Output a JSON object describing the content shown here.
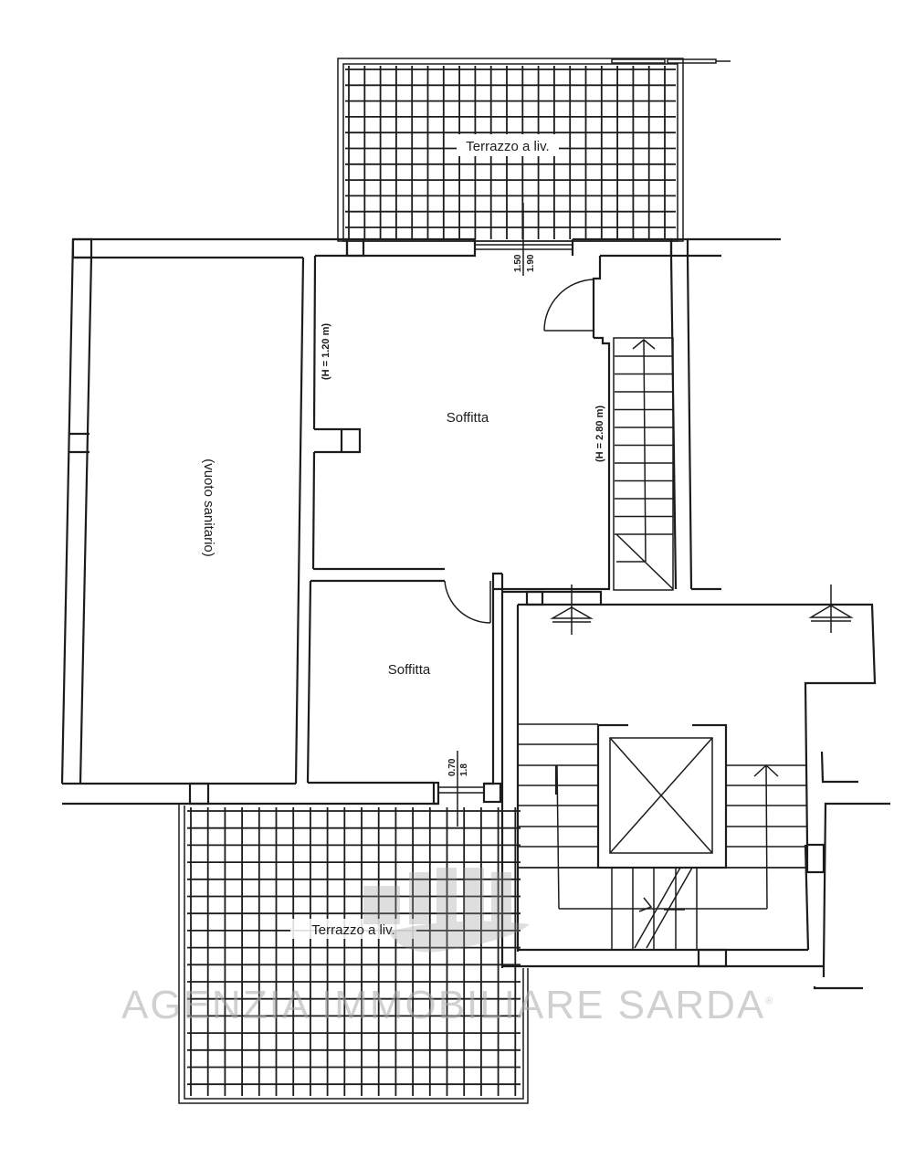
{
  "plan": {
    "rooms": [
      {
        "id": "terrace-top",
        "label": "Terrazzo a liv."
      },
      {
        "id": "attic-main",
        "label": "Soffitta"
      },
      {
        "id": "attic-small",
        "label": "Soffitta"
      },
      {
        "id": "crawl-space",
        "label": "(vuoto sanitario)"
      },
      {
        "id": "terrace-bottom",
        "label": "Terrazzo a liv."
      }
    ],
    "heights": {
      "attic_left": "(H = 1.20 m)",
      "attic_right": "(H = 2.80 m)"
    },
    "openings": {
      "top_door_width": "1.50",
      "top_door_height": "1.90",
      "bottom_door_width": "0.70",
      "bottom_door_height": "1.8"
    },
    "colors": {
      "line": "#1c1c1c",
      "background": "#ffffff",
      "watermark": "#aaaaaa"
    }
  },
  "watermark": {
    "text": "AGENZIA IMMOBILIARE SARDA",
    "mark": "®"
  }
}
